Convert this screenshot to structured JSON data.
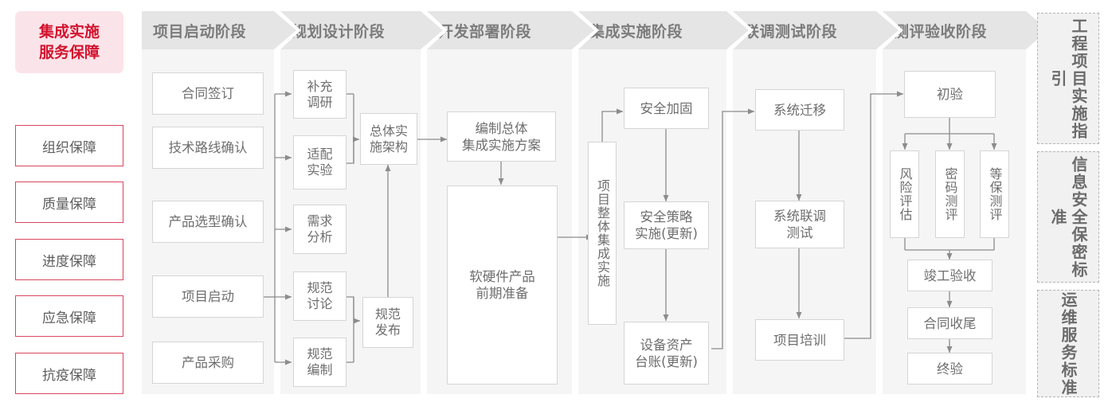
{
  "left_panel": {
    "title": "集成实施\n服务保障",
    "title_lines": [
      "集成实施",
      "服务保障"
    ],
    "items": [
      {
        "label": "组织保障"
      },
      {
        "label": "质量保障"
      },
      {
        "label": "进度保障"
      },
      {
        "label": "应急保障"
      },
      {
        "label": "抗疫保障"
      }
    ]
  },
  "phases": [
    {
      "id": "p1",
      "header": "项目启动阶段"
    },
    {
      "id": "p2",
      "header": "规划设计阶段"
    },
    {
      "id": "p3",
      "header": "开发部署阶段"
    },
    {
      "id": "p4",
      "header": "集成实施阶段"
    },
    {
      "id": "p5",
      "header": "联调测试阶段"
    },
    {
      "id": "p6",
      "header": "测评验收阶段"
    }
  ],
  "nodes": {
    "n_htqd": {
      "label": "合同签订"
    },
    "n_jslx": {
      "label": "技术路线确认"
    },
    "n_cpxx": {
      "label": "产品选型确认"
    },
    "n_xmqd": {
      "label": "项目启动"
    },
    "n_cpcg": {
      "label": "产品采购"
    },
    "n_bcdy": {
      "label": "补充\n调研",
      "lines": [
        "补充",
        "调研"
      ]
    },
    "n_spsy": {
      "label": "适配\n实验",
      "lines": [
        "适配",
        "实验"
      ]
    },
    "n_xqfx": {
      "label": "需求\n分析",
      "lines": [
        "需求",
        "分析"
      ]
    },
    "n_gftl": {
      "label": "规范\n讨论",
      "lines": [
        "规范",
        "讨论"
      ]
    },
    "n_gfbz": {
      "label": "规范\n编制",
      "lines": [
        "规范",
        "编制"
      ]
    },
    "n_ztss": {
      "label": "总体实\n施架构",
      "lines": [
        "总体实",
        "施架构"
      ]
    },
    "n_gffb": {
      "label": "规范\n发布",
      "lines": [
        "规范",
        "发布"
      ]
    },
    "n_bzzt": {
      "label": "编制总体\n集成实施方案",
      "lines": [
        "编制总体",
        "集成实施方案"
      ]
    },
    "n_rygj": {
      "label": "软硬件产品\n前期准备",
      "lines": [
        "软硬件产品",
        "前期准备"
      ]
    },
    "n_xmzt": {
      "label": "项目整体集成实施"
    },
    "n_aqjg": {
      "label": "安全加固"
    },
    "n_aqcl": {
      "label": "安全策略\n实施(更新)",
      "lines": [
        "安全策略",
        "实施(更新)"
      ]
    },
    "n_sbzc": {
      "label": "设备资产\n台账(更新)",
      "lines": [
        "设备资产",
        "台账(更新)"
      ]
    },
    "n_xtqy": {
      "label": "系统迁移"
    },
    "n_xtlt": {
      "label": "系统联调\n测试",
      "lines": [
        "系统联调",
        "测试"
      ]
    },
    "n_xmpx": {
      "label": "项目培训"
    },
    "n_chuyan": {
      "label": "初验"
    },
    "n_fxpg": {
      "label": "风险评估"
    },
    "n_mmcp": {
      "label": "密码测评"
    },
    "n_dbcp": {
      "label": "等保测评"
    },
    "n_jgys": {
      "label": "竣工验收"
    },
    "n_htsw": {
      "label": "合同收尾"
    },
    "n_zhongyan": {
      "label": "终验"
    }
  },
  "side_panels": [
    {
      "id": "sp1",
      "label": "工程项目实施指引"
    },
    {
      "id": "sp2",
      "label": "信息安全保密标准"
    },
    {
      "id": "sp3",
      "label": "运维服务标准"
    }
  ],
  "colors": {
    "accent_red": "#d3132f",
    "red_border": "#d9465f",
    "red_fill": "#fbe4e9",
    "header_gray": "#e5e5e5",
    "column_gray": "#f5f5f5",
    "node_border": "#d5d5d5",
    "text_gray": "#6e6e6e",
    "link_gray": "#8c8c8c",
    "panel_fill": "#f1f1f1",
    "panel_border": "#b4b4b4"
  }
}
